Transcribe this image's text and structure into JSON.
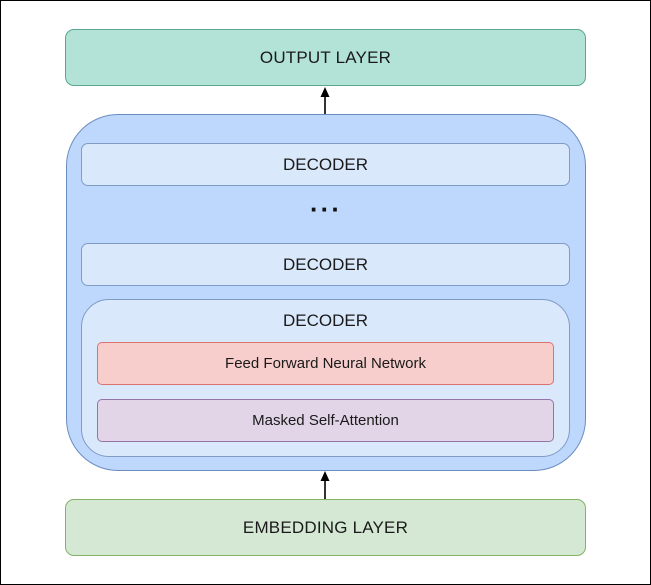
{
  "diagram": {
    "output_layer": "OUTPUT LAYER",
    "decoder_top": "DECODER",
    "ellipsis": "···",
    "decoder_middle": "DECODER",
    "decoder_detail": {
      "title": "DECODER",
      "feed_forward": "Feed Forward Neural Network",
      "masked_attention": "Masked Self-Attention"
    },
    "embedding_layer": "EMBEDDING LAYER"
  },
  "colors": {
    "output_fill": "#b3e3d6",
    "embedding_fill": "#d5e8d4",
    "stack_fill": "#bdd7fd",
    "decoder_fill": "#dae8fc",
    "feed_forward_fill": "#f8cecc",
    "attention_fill": "#e1d5e7",
    "arrow": "#000000"
  }
}
